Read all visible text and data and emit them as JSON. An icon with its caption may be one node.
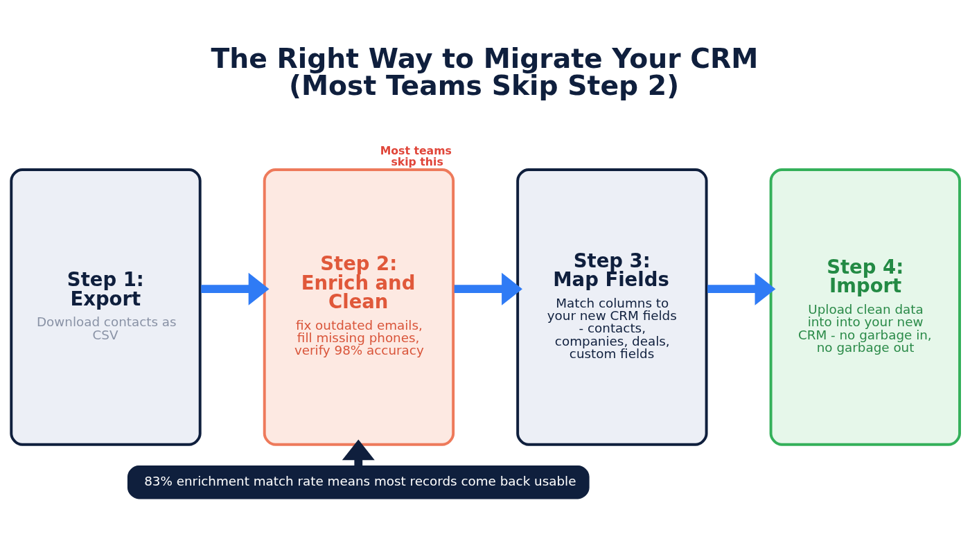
{
  "diagram": {
    "title": "The Right Way to Migrate Your CRM (Most Teams Skip Step 2)",
    "nodes": [
      {
        "text": [
          "Step 1: Export",
          "Download contacts as CSV"
        ]
      },
      {
        "text": [
          "Step 2: Enrich and Clean",
          "fix outdated emails, fill missing phones, verify 98% accuracy"
        ],
        "beside": [
          "Most teams skip this"
        ]
      },
      {
        "text": [
          "Step 3: Map Fields",
          "Match columns to your new CRM fields - contacts, companies, deals, custom fields"
        ]
      },
      {
        "text": [
          "Step 4: Import",
          "Upload clean data into into your new CRM - no garbage in, no garbage out"
        ]
      },
      {
        "text": [
          "83% enrichment match rate means most records come back usable"
        ]
      }
    ],
    "edges": [
      {
        "from": 0,
        "to": 1,
        "arrow": "to"
      },
      {
        "from": 1,
        "to": 2,
        "arrow": "to"
      },
      {
        "from": 2,
        "to": 3,
        "arrow": "to"
      },
      {
        "from": 4,
        "to": 1,
        "arrow": "to",
        "color": "#0f1f3d"
      }
    ]
  }
}
